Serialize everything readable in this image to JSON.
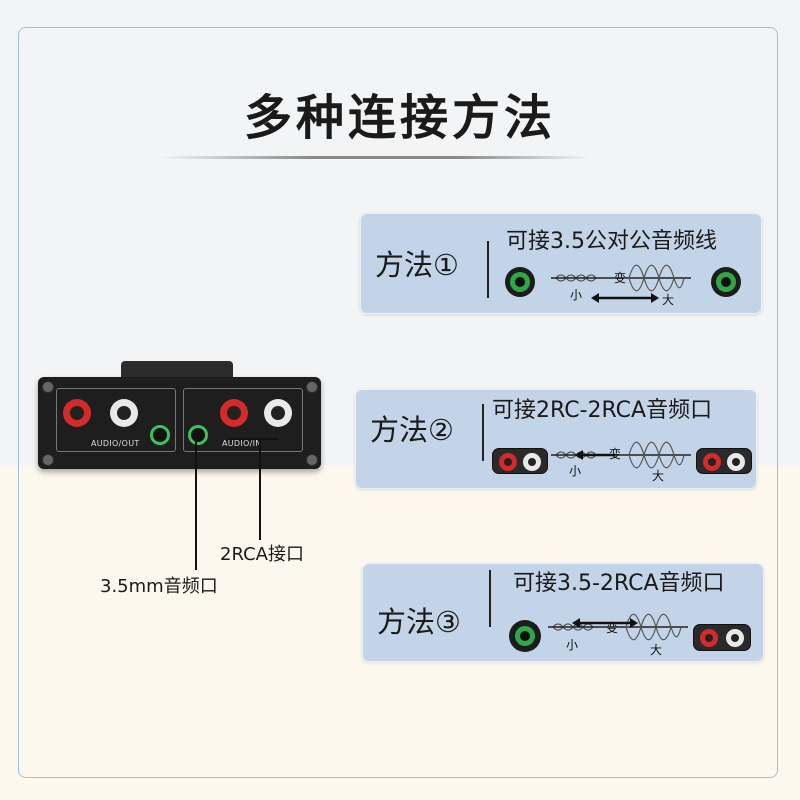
{
  "title": "多种连接方法",
  "methods": [
    {
      "label": "方法①",
      "desc": "可接3.5公对公音频线",
      "change": "变",
      "small": "小",
      "big": "大"
    },
    {
      "label": "方法②",
      "desc": "可接2RC-2RCA音频口",
      "change": "变",
      "small": "小",
      "big": "大"
    },
    {
      "label": "方法③",
      "desc": "可接3.5-2RCA音频口",
      "change": "变",
      "small": "小",
      "big": "大"
    }
  ],
  "device": {
    "audio_out": "AUDIO/OUT",
    "audio_in": "AUDIO/IN"
  },
  "callouts": {
    "rca": "2RCA接口",
    "jack": "3.5mm音频口"
  },
  "colors": {
    "card": "#c3d4e8",
    "jack_ring": "#2fa84a",
    "rca_red": "#d42a2a",
    "rca_white": "#e9e9e9"
  }
}
